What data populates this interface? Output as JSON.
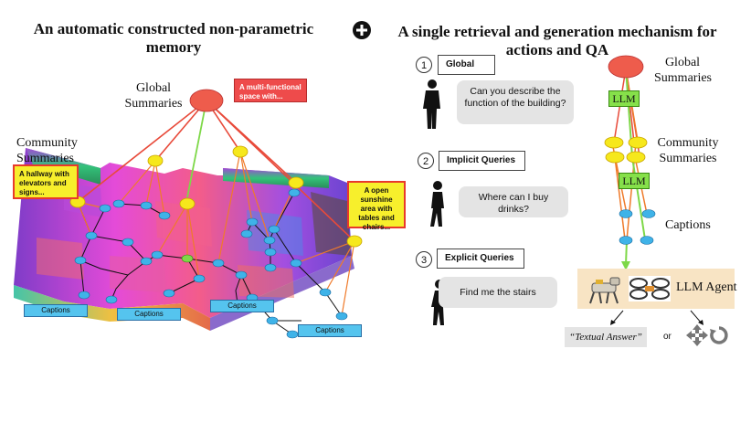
{
  "left": {
    "title": "An automatic constructed non-parametric memory",
    "global_label": "Global Summaries",
    "community_label": "Community Summaries",
    "callouts": [
      "A multi-functional space with...",
      "A hallway with elevators and signs...",
      "A open sunshine area with tables and chairs..."
    ],
    "captions": [
      "Captions",
      "Captions",
      "Captions",
      "Captions"
    ]
  },
  "right": {
    "title": "A single retrieval and generation mechanism for actions and QA",
    "steps": [
      {
        "num": "1",
        "label": "Global",
        "question": "Can you describe the function of the building?"
      },
      {
        "num": "2",
        "label": "Implicit Queries",
        "question": "Where can I buy drinks?"
      },
      {
        "num": "3",
        "label": "Explicit Queries",
        "question": "Find me the stairs"
      }
    ],
    "global_label": "Global Summaries",
    "community_label": "Community Summaries",
    "captions_label": "Captions",
    "llm_label": "LLM",
    "agent_label": "LLM Agent",
    "textual_answer": "“Textual Answer”",
    "or_label": "or"
  },
  "colors": {
    "red_node": "#ee5c4c",
    "yellow_node": "#f6e81c",
    "blue_node": "#3fb3e8",
    "green_node": "#7ed848",
    "red_callout": "#ee4b4b",
    "yellow_callout": "#f7ef2c"
  },
  "icons": [
    "plus-circle-icon",
    "person-icon",
    "robot-dog-icon",
    "drone-icon",
    "move-arrows-icon",
    "rotate-icon"
  ]
}
